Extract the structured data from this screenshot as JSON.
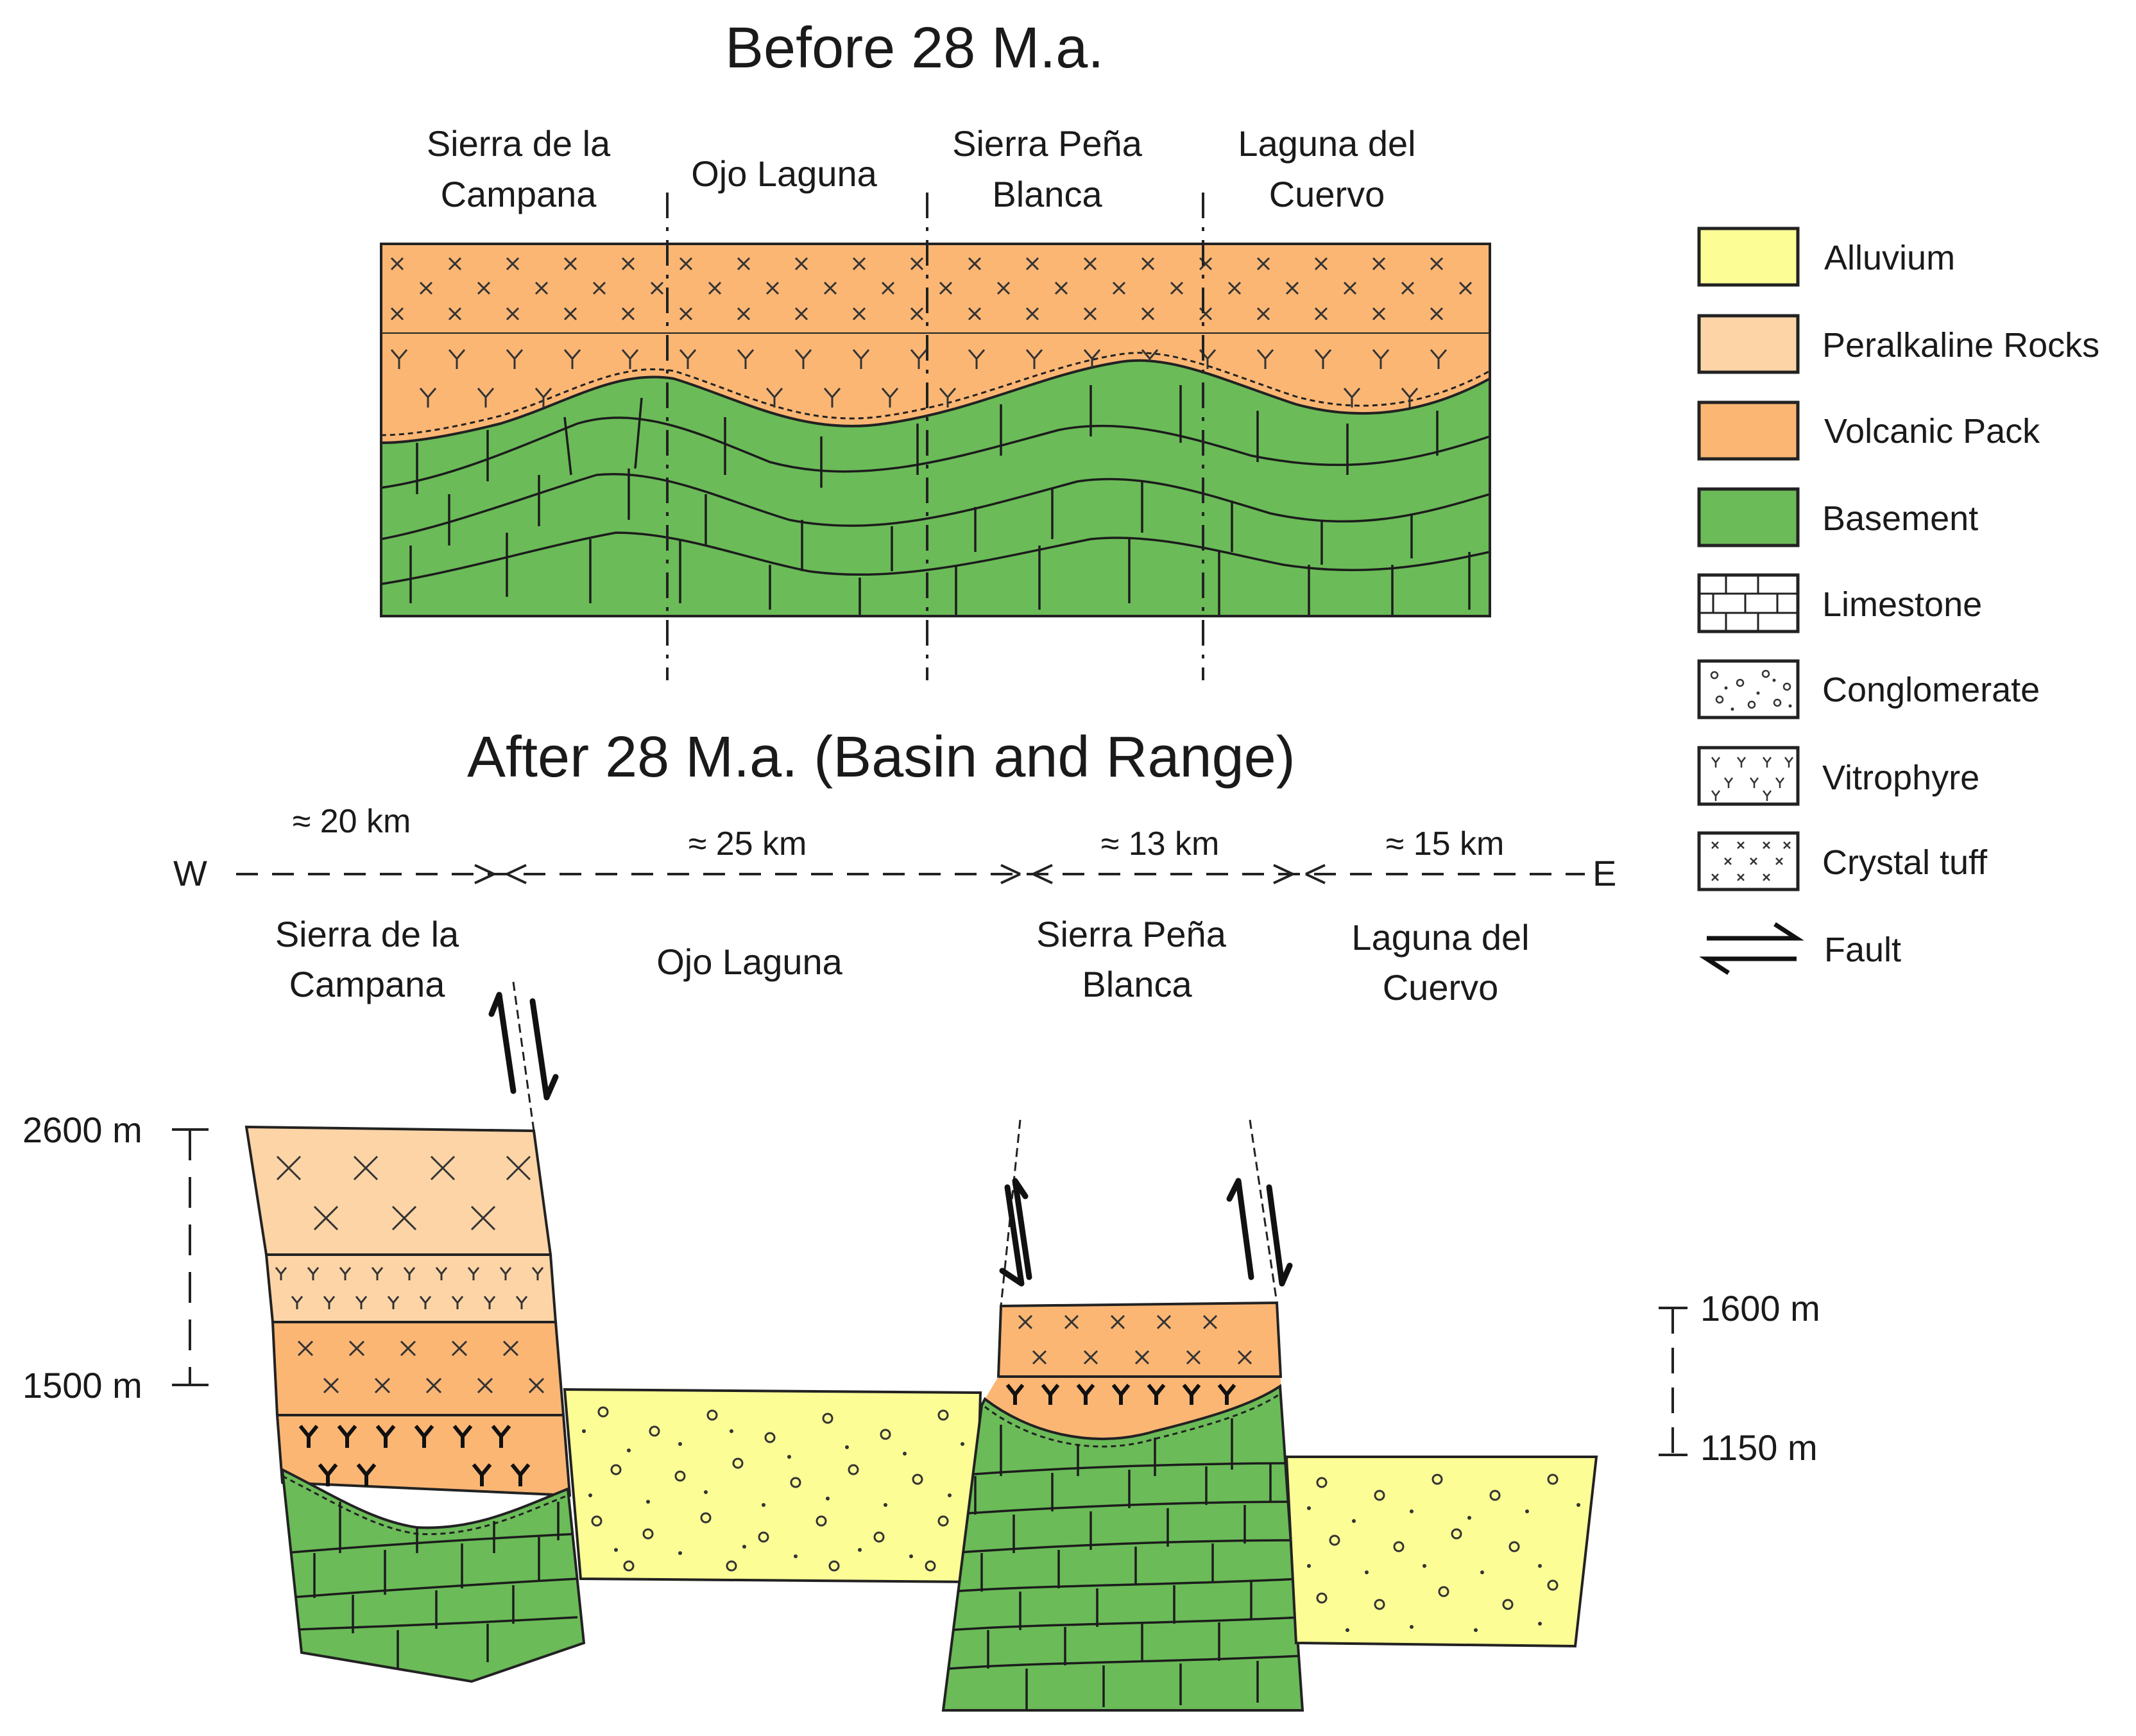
{
  "titles": {
    "before": "Before 28 M.a.",
    "after": "After  28 M.a. (Basin and Range)"
  },
  "before_regions": {
    "r1_l1": "Sierra de la",
    "r1_l2": "Campana",
    "r2": "Ojo Laguna",
    "r3_l1": "Sierra Peña",
    "r3_l2": "Blanca",
    "r4_l1": "Laguna del",
    "r4_l2": "Cuervo"
  },
  "after_regions": {
    "r1_l1": "Sierra de la",
    "r1_l2": "Campana",
    "r2": "Ojo Laguna",
    "r3_l1": "Sierra Peña",
    "r3_l2": "Blanca",
    "r4_l1": "Laguna del",
    "r4_l2": "Cuervo"
  },
  "profile": {
    "west": "W",
    "east": "E",
    "widths": [
      "≈ 20 km",
      "≈ 25 km",
      "≈ 13 km",
      "≈ 15 km"
    ]
  },
  "scales": {
    "left_top": "2600 m",
    "left_bottom": "1500 m",
    "right_top": "1600 m",
    "right_bottom": "1150 m"
  },
  "legend": [
    {
      "label": "Alluvium",
      "color": "#fdfd96"
    },
    {
      "label": "Peralkaline Rocks",
      "color": "#fcd4a6"
    },
    {
      "label": "Volcanic Pack",
      "color": "#fbb674"
    },
    {
      "label": "Basement",
      "color": "#6bbb58"
    },
    {
      "label": "Limestone",
      "color": "#ffffff"
    },
    {
      "label": "Conglomerate",
      "color": "#ffffff"
    },
    {
      "label": "Vitrophyre",
      "color": "#ffffff"
    },
    {
      "label": "Crystal tuff",
      "color": "#ffffff"
    },
    {
      "label": "Fault",
      "color": "#000000"
    }
  ],
  "colors": {
    "alluvium": "#fdfd96",
    "peralkaline": "#fcd4a6",
    "volcanic": "#fbb674",
    "basement": "#6bbb58",
    "outline": "#222222"
  }
}
